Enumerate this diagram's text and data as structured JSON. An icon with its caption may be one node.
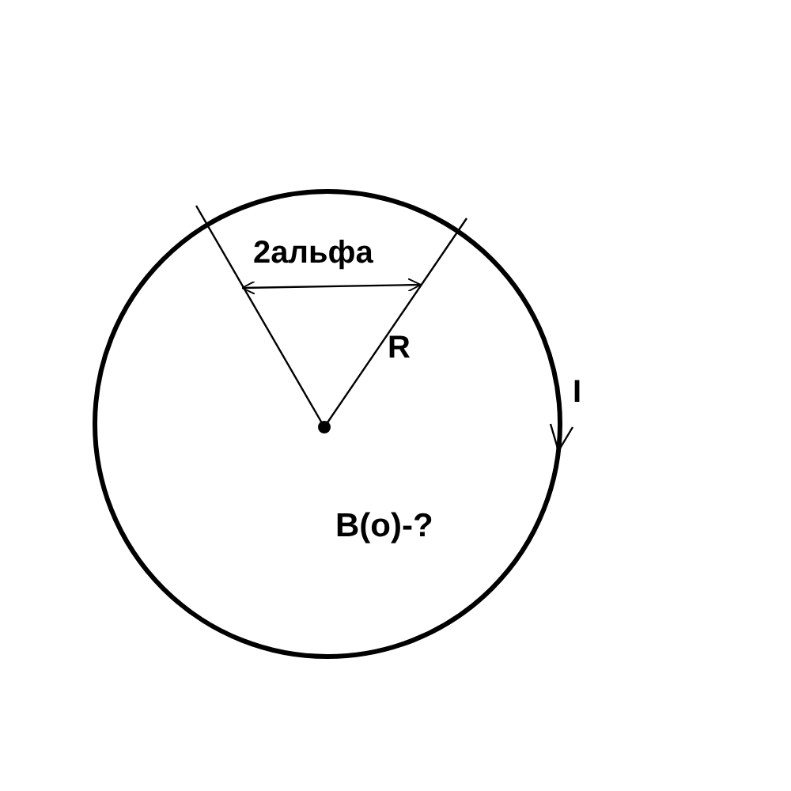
{
  "diagram": {
    "labels": [
      "2альфа",
      "R",
      "I",
      "B(o)-?"
    ]
  }
}
